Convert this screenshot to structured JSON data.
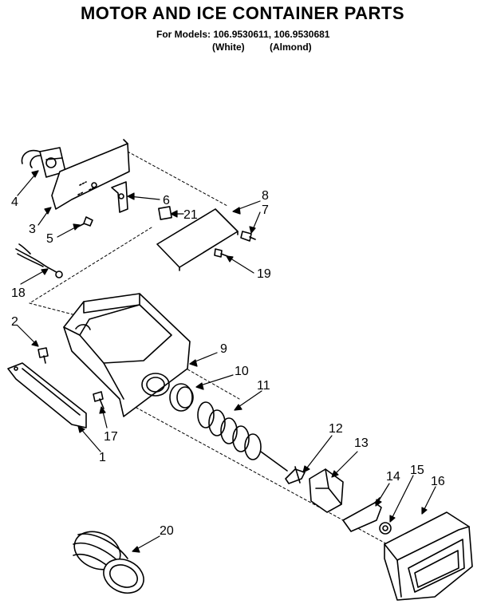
{
  "title": "MOTOR AND ICE CONTAINER PARTS",
  "models_line": "For Models: 106.9530611, 106.9530681",
  "variants": [
    "(White)",
    "(Almond)"
  ],
  "callouts": [
    "1",
    "2",
    "3",
    "4",
    "5",
    "6",
    "7",
    "8",
    "9",
    "10",
    "11",
    "12",
    "13",
    "14",
    "15",
    "16",
    "17",
    "18",
    "19",
    "20",
    "21"
  ]
}
